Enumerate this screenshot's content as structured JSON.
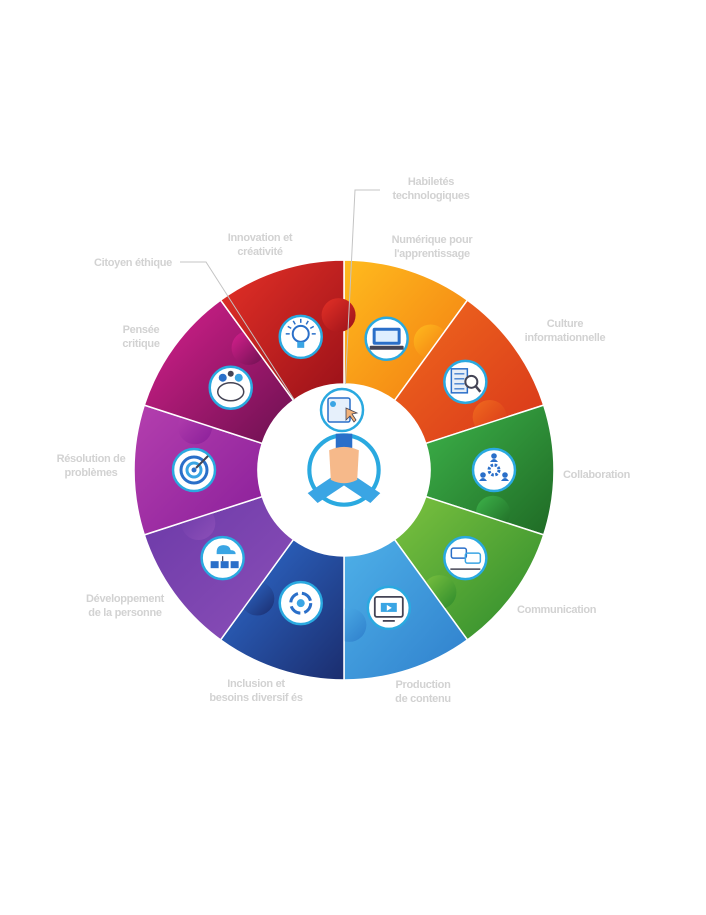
{
  "center": {
    "icon": "hands-together-icon"
  },
  "segments": [
    {
      "id": "numerique",
      "lines": [
        "Numérique pour",
        "l'apprentissage"
      ],
      "icon": "laptop-screen-icon",
      "color_a": "#ffbb1e",
      "color_b": "#f27b11"
    },
    {
      "id": "culture",
      "lines": [
        "Culture",
        "informationnelle"
      ],
      "icon": "document-search-icon",
      "color_a": "#f06a1e",
      "color_b": "#d8361a"
    },
    {
      "id": "collaboration",
      "lines": [
        "Collaboration"
      ],
      "icon": "team-gear-icon",
      "color_a": "#3db34a",
      "color_b": "#1f6a25"
    },
    {
      "id": "communication",
      "lines": [
        "Communication"
      ],
      "icon": "chat-bubbles-icon",
      "color_a": "#7cc23f",
      "color_b": "#2c8a2c"
    },
    {
      "id": "production",
      "lines": [
        "Production",
        "de contenu"
      ],
      "icon": "video-screen-icon",
      "color_a": "#4eb0e8",
      "color_b": "#2f7fcc"
    },
    {
      "id": "inclusion",
      "lines": [
        "Inclusion et",
        "besoins diversif és"
      ],
      "icon": "recycle-arrows-icon",
      "color_a": "#2f6ed1",
      "color_b": "#1b2d6e"
    },
    {
      "id": "developpement",
      "lines": [
        "Développement",
        "de la personne"
      ],
      "icon": "network-cloud-icon",
      "color_a": "#6c3aa8",
      "color_b": "#8c4fb8"
    },
    {
      "id": "resolution",
      "lines": [
        "Résolution de",
        "problèmes"
      ],
      "icon": "target-icon",
      "color_a": "#b43fae",
      "color_b": "#8a1f9a"
    },
    {
      "id": "pensee",
      "lines": [
        "Pensée",
        "critique"
      ],
      "icon": "brain-question-icon",
      "color_a": "#d8208e",
      "color_b": "#6b1150"
    },
    {
      "id": "innovation",
      "lines": [
        "Innovation et",
        "créativité"
      ],
      "icon": "lightbulb-icon",
      "color_a": "#e53127",
      "color_b": "#9a1119"
    }
  ],
  "callouts": [
    {
      "id": "habiletes",
      "lines": [
        "Habiletés",
        "technologiques"
      ],
      "icon": "tablet-touch-icon"
    },
    {
      "id": "citoyen",
      "lines": [
        "Citoyen éthique"
      ]
    }
  ],
  "colors": {
    "label": "#d2d2d2",
    "ring_border": "#2aa9e0",
    "leader": "#c4c4c4"
  }
}
